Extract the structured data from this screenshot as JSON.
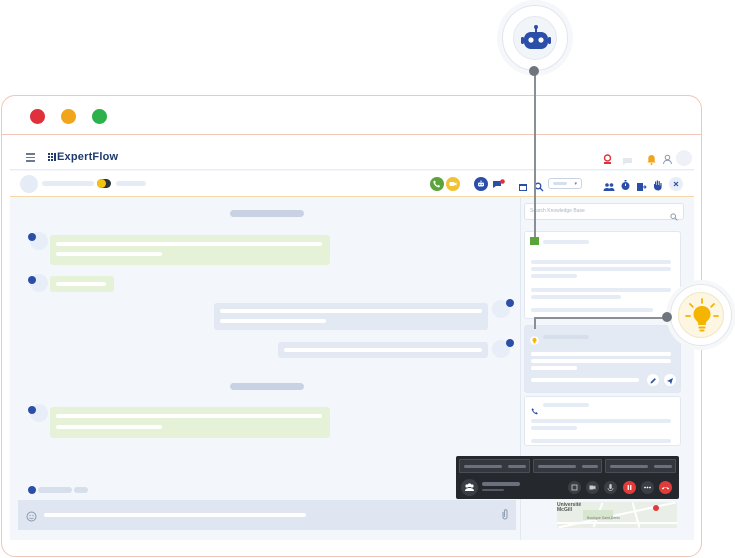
{
  "app": {
    "brand": "ExpertFlow"
  },
  "search": {
    "placeholder": "Search Knowledge Base"
  },
  "map": {
    "label_university": "Université McGill",
    "label_small": "Boutique Saint-Denis"
  },
  "colors": {
    "traffic_red": "#e0303c",
    "traffic_yellow": "#f1a51c",
    "traffic_green": "#2db14a",
    "brand_navy": "#1e3a6e",
    "bot_blue": "#2b4fa8",
    "bulb_yellow": "#f4b400",
    "call_bg": "#25282d",
    "end_call_red": "#e03c3c",
    "incoming_bubble": "#e6f2d7",
    "outgoing_bubble": "#e3e9f3"
  },
  "icons": {
    "window_controls": [
      "close-dot",
      "minimize-dot",
      "maximize-dot"
    ],
    "topbar": [
      "hamburger-icon",
      "agent-status-icon",
      "chat-icon",
      "bell-icon",
      "user-icon"
    ],
    "toolbar": [
      "phone-icon",
      "video-icon",
      "bot-icon",
      "messages-icon",
      "calendar-icon",
      "search-icon",
      "conference-icon",
      "timer-icon",
      "transfer-icon",
      "hand-icon",
      "close-icon"
    ],
    "call_controls": [
      "participants-icon",
      "dialpad-icon",
      "camera-icon",
      "mic-icon",
      "hold-icon",
      "more-icon",
      "end-call-icon"
    ]
  }
}
